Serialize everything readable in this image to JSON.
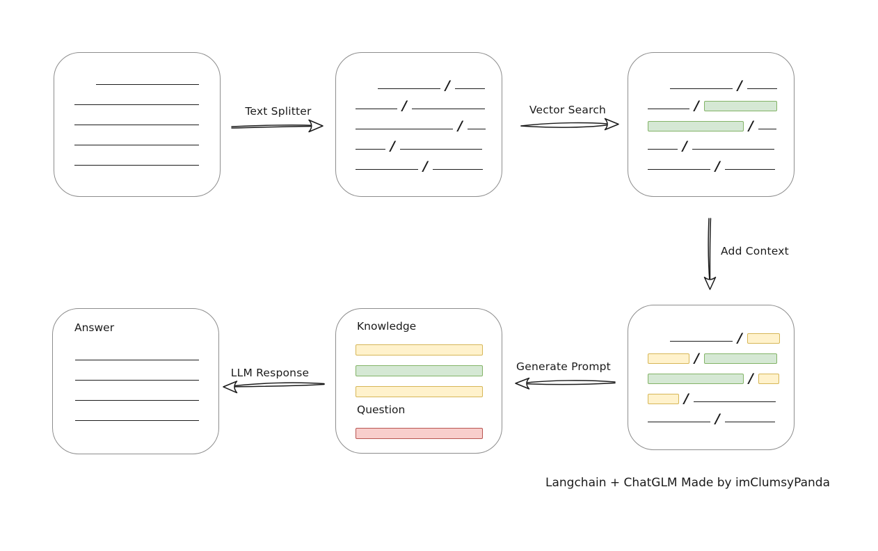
{
  "diagram": {
    "caption": "Langchain + ChatGLM Made by imClumsyPanda",
    "colors": {
      "ink": "#1a1a1a",
      "box_stroke": "#8c8c8c",
      "green_fill": "#d5e8d4",
      "green_stroke": "#82b366",
      "yellow_fill": "#fff2cc",
      "yellow_stroke": "#d6b656",
      "red_fill": "#f8cecc",
      "red_stroke": "#b85450"
    },
    "arrows": {
      "text_splitter": {
        "label": "Text Splitter"
      },
      "vector_search": {
        "label": "Vector Search"
      },
      "add_context": {
        "label": "Add Context"
      },
      "generate_prompt": {
        "label": "Generate Prompt"
      },
      "llm_response": {
        "label": "LLM Response"
      }
    },
    "boxes": {
      "document": {
        "lines": [
          {
            "w": 148,
            "indent": 31
          },
          {
            "w": 179
          },
          {
            "w": 179
          },
          {
            "w": 179
          },
          {
            "w": 179
          }
        ]
      },
      "split_text": {
        "rows": [
          {
            "indent": 32,
            "segments": [
              {
                "kind": "line",
                "w": 90
              },
              {
                "kind": "slash"
              },
              {
                "kind": "line",
                "w": 43
              }
            ]
          },
          {
            "segments": [
              {
                "kind": "line",
                "w": 60
              },
              {
                "kind": "slash"
              },
              {
                "kind": "line",
                "w": 105
              }
            ]
          },
          {
            "segments": [
              {
                "kind": "line",
                "w": 140
              },
              {
                "kind": "slash"
              },
              {
                "kind": "line",
                "w": 26
              }
            ]
          },
          {
            "segments": [
              {
                "kind": "line",
                "w": 43
              },
              {
                "kind": "slash"
              },
              {
                "kind": "line",
                "w": 118
              }
            ]
          },
          {
            "segments": [
              {
                "kind": "line",
                "w": 90
              },
              {
                "kind": "slash"
              },
              {
                "kind": "line",
                "w": 72
              }
            ]
          }
        ]
      },
      "search_result": {
        "rows": [
          {
            "indent": 32,
            "segments": [
              {
                "kind": "line",
                "w": 90
              },
              {
                "kind": "slash"
              },
              {
                "kind": "line",
                "w": 43
              }
            ]
          },
          {
            "segments": [
              {
                "kind": "line",
                "w": 60
              },
              {
                "kind": "slash"
              },
              {
                "kind": "green",
                "w": 105
              }
            ]
          },
          {
            "segments": [
              {
                "kind": "green",
                "w": 138
              },
              {
                "kind": "slash"
              },
              {
                "kind": "line",
                "w": 26
              }
            ]
          },
          {
            "segments": [
              {
                "kind": "line",
                "w": 43
              },
              {
                "kind": "slash"
              },
              {
                "kind": "line",
                "w": 118
              }
            ]
          },
          {
            "segments": [
              {
                "kind": "line",
                "w": 90
              },
              {
                "kind": "slash"
              },
              {
                "kind": "line",
                "w": 72
              }
            ]
          }
        ]
      },
      "context": {
        "rows": [
          {
            "indent": 32,
            "segments": [
              {
                "kind": "line",
                "w": 90
              },
              {
                "kind": "slash"
              },
              {
                "kind": "yellow",
                "w": 47
              }
            ]
          },
          {
            "segments": [
              {
                "kind": "yellow",
                "w": 60
              },
              {
                "kind": "slash"
              },
              {
                "kind": "green",
                "w": 105
              }
            ]
          },
          {
            "segments": [
              {
                "kind": "green",
                "w": 138
              },
              {
                "kind": "slash"
              },
              {
                "kind": "yellow",
                "w": 30
              }
            ]
          },
          {
            "segments": [
              {
                "kind": "yellow",
                "w": 45
              },
              {
                "kind": "slash"
              },
              {
                "kind": "line",
                "w": 118
              }
            ]
          },
          {
            "segments": [
              {
                "kind": "line",
                "w": 90
              },
              {
                "kind": "slash"
              },
              {
                "kind": "line",
                "w": 72
              }
            ]
          }
        ]
      },
      "prompt": {
        "knowledge_label": "Knowledge",
        "question_label": "Question",
        "knowledge_bars": [
          {
            "kind": "yellow",
            "w": 183
          },
          {
            "kind": "green",
            "w": 183
          },
          {
            "kind": "yellow",
            "w": 183
          }
        ],
        "question_bars": [
          {
            "kind": "red",
            "w": 183
          }
        ]
      },
      "answer": {
        "label": "Answer",
        "lines": [
          {
            "w": 178
          },
          {
            "w": 178
          },
          {
            "w": 178
          },
          {
            "w": 178
          }
        ]
      }
    }
  }
}
